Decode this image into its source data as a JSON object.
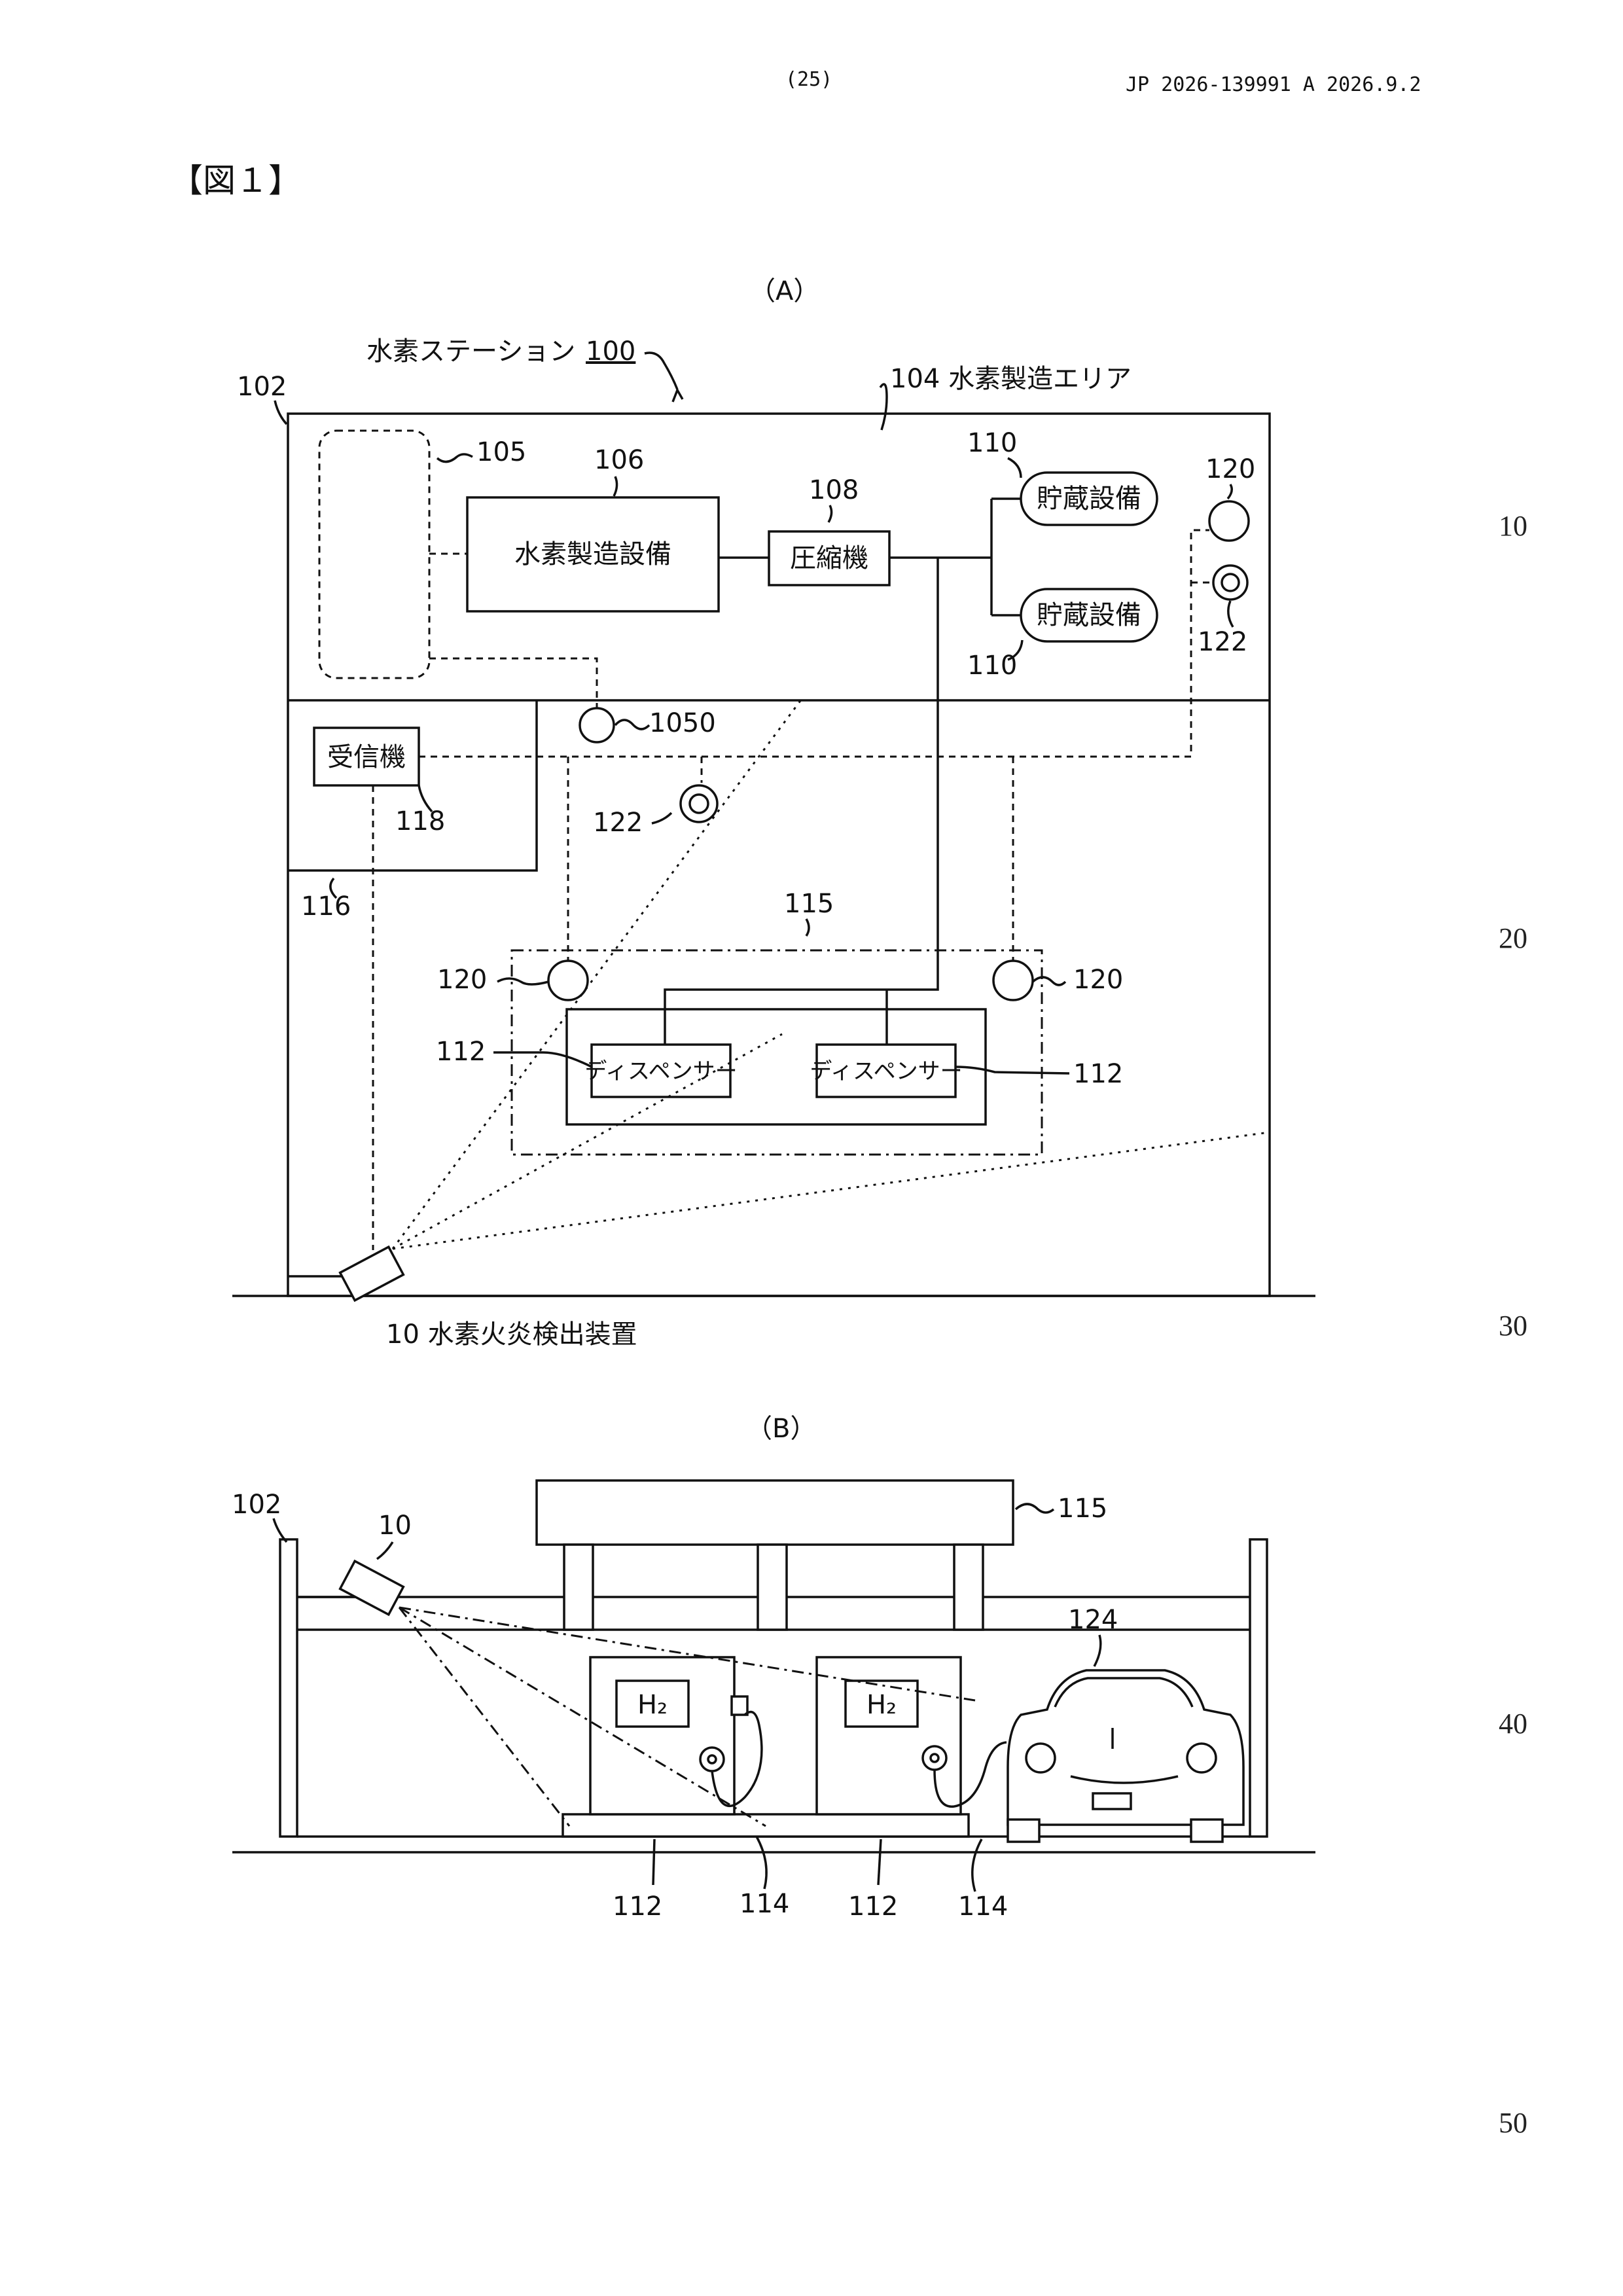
{
  "header": {
    "page_number": "(25)",
    "publication": "JP  2026-139991  A  2026.9.2"
  },
  "figure_label": "【図１】",
  "line_numbers": [
    "10",
    "20",
    "30",
    "40",
    "50"
  ],
  "panel_a": {
    "title": "（A）",
    "station_label": "水素ステーション",
    "station_ref": "100",
    "ref_102": "102",
    "area_label": "104 水素製造エリア",
    "ref_105": "105",
    "ref_106": "106",
    "equip_label": "水素製造設備",
    "ref_108": "108",
    "compressor_label": "圧縮機",
    "ref_110_top": "110",
    "ref_110_bottom": "110",
    "storage_label_1": "貯蔵設備",
    "storage_label_2": "貯蔵設備",
    "ref_120_top": "120",
    "ref_122_top": "122",
    "ref_1050": "1050",
    "receiver_label": "受信機",
    "ref_118": "118",
    "ref_122_mid": "122",
    "ref_116": "116",
    "ref_115": "115",
    "ref_120_left": "120",
    "ref_120_right": "120",
    "ref_112_left": "112",
    "ref_112_right": "112",
    "dispenser_label_1": "ディスペンサー",
    "dispenser_label_2": "ディスペンサー",
    "detector_caption": "10  水素火炎検出装置"
  },
  "panel_b": {
    "title": "（B）",
    "ref_102": "102",
    "ref_10": "10",
    "ref_115": "115",
    "ref_124": "124",
    "h2_label_1": "H₂",
    "h2_label_2": "H₂",
    "ref_112_a": "112",
    "ref_114_a": "114",
    "ref_112_b": "112",
    "ref_114_b": "114"
  }
}
